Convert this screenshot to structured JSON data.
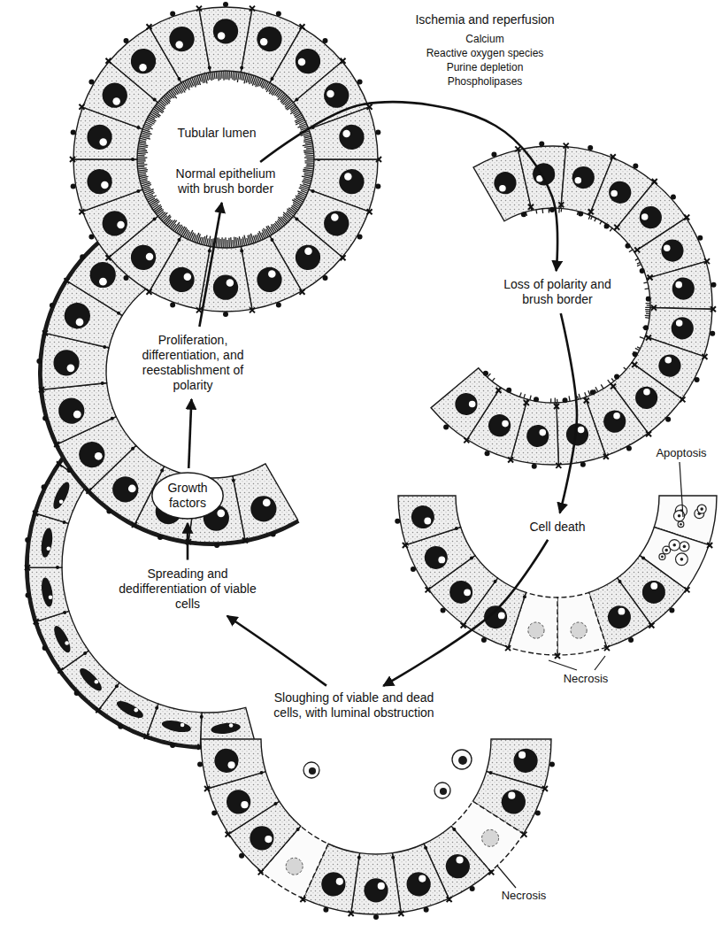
{
  "diagram": {
    "nodes": [
      {
        "text": [
          "Normal epithelium with brush border"
        ]
      },
      {
        "text": [
          "Loss of polarity and brush border"
        ]
      },
      {
        "text": [
          "Cell death"
        ]
      },
      {
        "text": [
          "Sloughing of viable and dead cells, with luminal obstruction"
        ]
      },
      {
        "text": [
          "Spreading and dedifferentiation of viable cells"
        ]
      },
      {
        "text": [
          "Growth factors"
        ]
      },
      {
        "text": [
          "Proliferation, differentiation, and reestablishment of polarity"
        ]
      }
    ],
    "edges": [
      {
        "from": 0,
        "to": 1,
        "arrow": "to",
        "label": "Ischemia and reperfusion"
      },
      {
        "from": 1,
        "to": 2,
        "arrow": "to"
      },
      {
        "from": 2,
        "to": 3,
        "arrow": "to"
      },
      {
        "from": 3,
        "to": 4,
        "arrow": "to"
      },
      {
        "from": 4,
        "to": 5,
        "arrow": "to"
      },
      {
        "from": 5,
        "to": 6,
        "arrow": "to"
      },
      {
        "from": 6,
        "to": 0,
        "arrow": "to"
      }
    ],
    "labels": [
      "Tubular lumen",
      "Calcium",
      "Reactive oxygen species",
      "Purine depletion",
      "Phospholipases",
      "Apoptosis",
      "Necrosis",
      "Necrosis"
    ]
  }
}
